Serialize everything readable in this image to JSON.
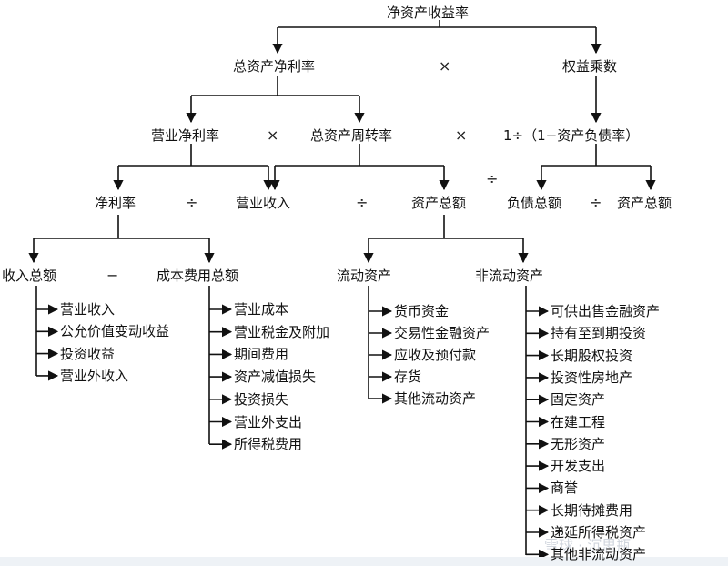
{
  "diagram": {
    "title": "净资产收益率",
    "level1": {
      "left": "总资产净利率",
      "op": "×",
      "right": "权益乘数"
    },
    "level2": {
      "a": "营业净利率",
      "op1": "×",
      "b": "总资产周转率",
      "op2": "×",
      "c": "1÷（1−资产负债率）"
    },
    "level3": {
      "a": "净利率",
      "op1": "÷",
      "b": "营业收入",
      "op2": "÷",
      "c": "资产总额",
      "op3": "÷",
      "d": "负债总额",
      "op4": "÷",
      "e": "资产总额"
    },
    "level4": {
      "a": "收入总额",
      "op1": "−",
      "b": "成本费用总额",
      "c": "流动资产",
      "d": "非流动资产"
    },
    "revenue_items": [
      "营业收入",
      "公允价值变动收益",
      "投资收益",
      "营业外收入"
    ],
    "cost_items": [
      "营业成本",
      "营业税金及附加",
      "期间费用",
      "资产减值损失",
      "投资损失",
      "营业外支出",
      "所得税费用"
    ],
    "current_asset_items": [
      "货币资金",
      "交易性金融资产",
      "应收及预付款",
      "存货",
      "其他流动资产"
    ],
    "noncurrent_asset_items": [
      "可供出售金融资产",
      "持有至到期投资",
      "长期股权投资",
      "投资性房地产",
      "固定资产",
      "在建工程",
      "无形资产",
      "开发支出",
      "商誉",
      "长期待摊费用",
      "递延所得税资产",
      "其他非流动资产"
    ],
    "watermark": "雪球 · 沉思瓶"
  }
}
